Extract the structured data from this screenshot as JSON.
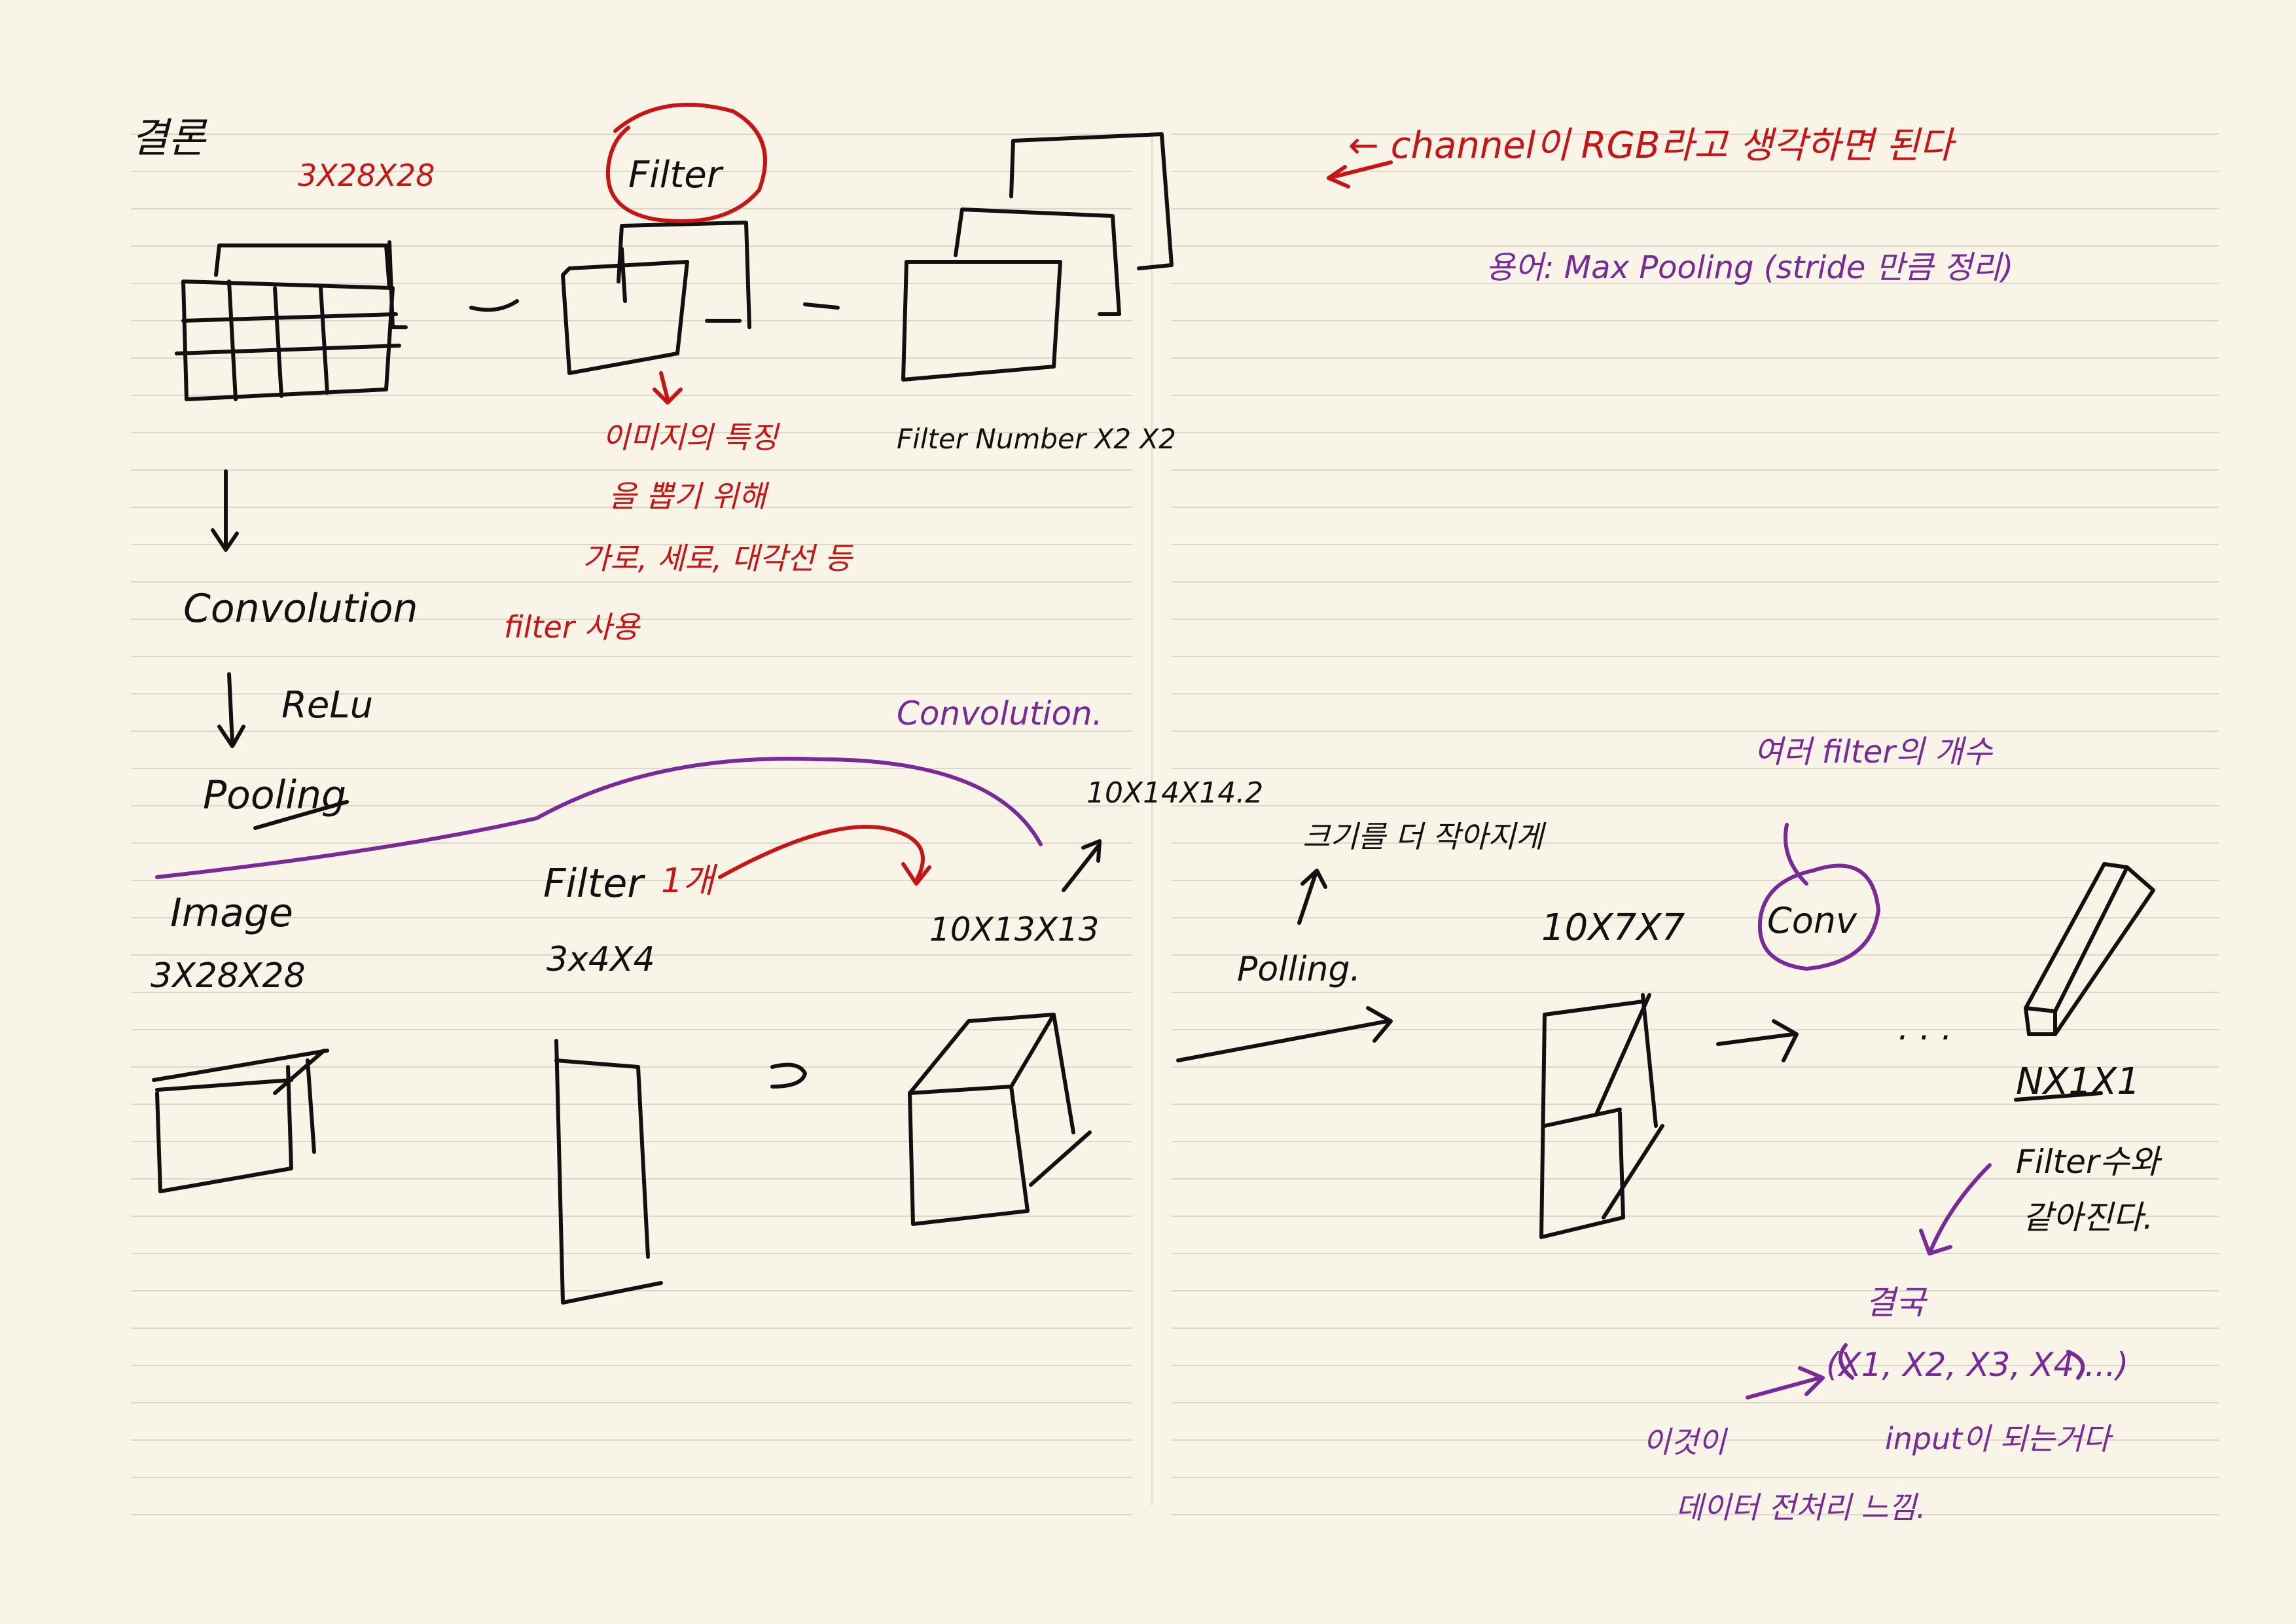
{
  "colors": {
    "paper": "#f8f5e8",
    "rule_line": "#dcd8c8",
    "ink_black": "#111111",
    "ink_red": "#c91414",
    "ink_purple": "#7a2a96"
  },
  "top_section": {
    "heading": "결론",
    "input_dims": "3X28X28",
    "filter_label": "Filter",
    "filter_output_label": "Filter Number X2 X2",
    "filter_notes": [
      "이미지의 특징",
      "을 뽑기 위해",
      "가로, 세로, 대각선 등",
      "filter 사용"
    ],
    "pipeline": [
      "Convolution",
      "ReLu",
      "Pooling"
    ],
    "channel_note": "← channel이 RGB라고 생각하면 된다",
    "term_note": "용어: Max Pooling (stride 만큼 정리)"
  },
  "bottom_section": {
    "convolution_arc_label": "Convolution.",
    "image_label": "Image",
    "image_dims": "3X28X28",
    "filter_label": "Filter",
    "filter_count": "1개",
    "filter_dims": "3x4X4",
    "arrow_symbol": "=)",
    "conv_output_dims": "10X13X13",
    "conv_output_dims_alt": "10X14X14.2",
    "pooling_label": "Polling.",
    "pooling_note": "크기를 더 작아지게",
    "pooled_dims": "10X7X7",
    "conv_circle_label": "Conv",
    "conv_filter_note": "여러 filter의 개수",
    "ellipsis": ". . .",
    "final_dims": "NX1X1",
    "final_note": [
      "Filter수와",
      "같아진다."
    ],
    "result_heading": "결국",
    "result_vector": "(X1, X2, X3, X4 ...)",
    "result_note": "input이 되는거다",
    "data_note": [
      "이것이",
      "데이터 전처리 느낌."
    ]
  }
}
